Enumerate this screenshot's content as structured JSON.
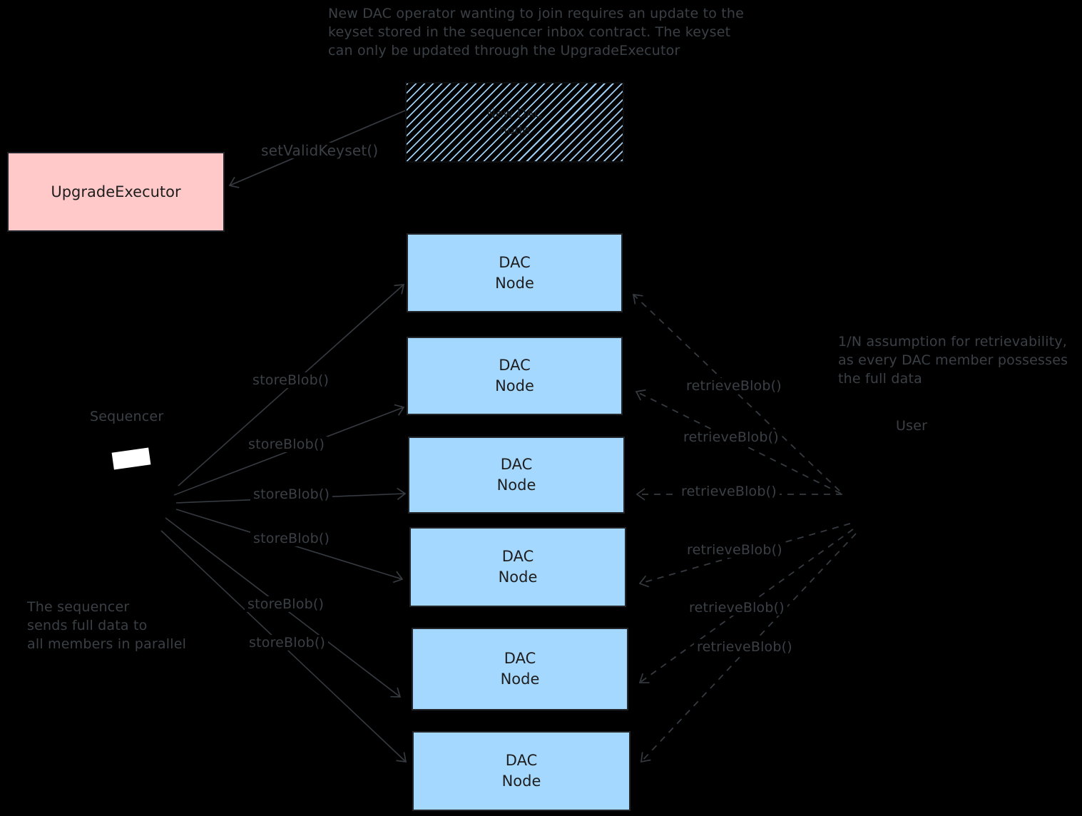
{
  "colors": {
    "background": "#000000",
    "annotation_ink": "#3a4046",
    "arrow_ink": "#363b41",
    "node_blue": "#a5d8ff",
    "node_pink": "#ffc9c9",
    "box_text": "#1e1e1e",
    "sequencer_screen": "#ffffff"
  },
  "notes": {
    "top": "New DAC operator wanting to join requires an update to the\nkeyset stored in the sequencer inbox contract. The keyset\ncan only be updated through the UpgradeExecutor",
    "retrievability": "1/N assumption for retrievability,\nas every DAC member possesses\nthe full data",
    "sequencer_parallel": "The sequencer\nsends full data to\nall members in parallel"
  },
  "nodes": {
    "upgrade_executor": {
      "label": "UpgradeExecutor"
    },
    "new_dac_node": {
      "label": "New DAC\nnode"
    },
    "dac_node": {
      "label": "DAC\nNode"
    },
    "dac_node_count": 6,
    "sequencer": {
      "label": "Sequencer"
    },
    "user": {
      "label": "User"
    }
  },
  "edges": {
    "set_valid_keyset": "setValidKeyset()",
    "store_blob": "storeBlob()",
    "retrieve_blob": "retrieveBlob()",
    "store_blob_count": 6,
    "retrieve_blob_count": 6
  }
}
